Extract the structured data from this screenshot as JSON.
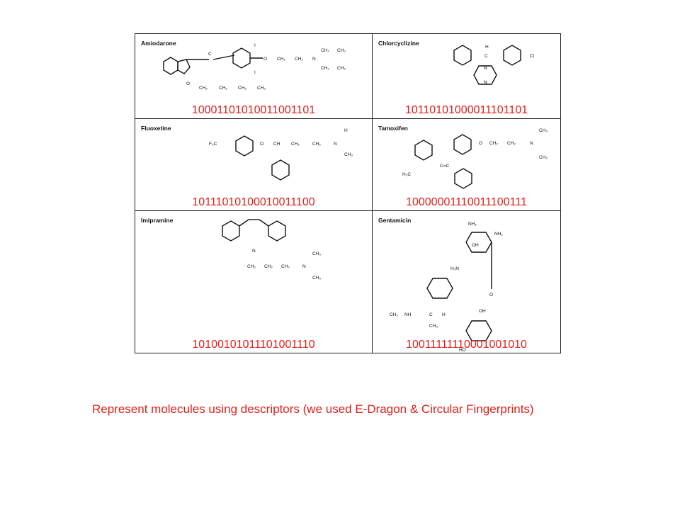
{
  "molecules": [
    {
      "name": "Amiodarone",
      "code": "10001101010011001101"
    },
    {
      "name": "Chlorcyclizine",
      "code": "10110101000011101101"
    },
    {
      "name": "Fluoxetine",
      "code": "10111010100010011100"
    },
    {
      "name": "Tamoxifen",
      "code": "10000001110011100111"
    },
    {
      "name": "Imipramine",
      "code": "10100101011101001110"
    },
    {
      "name": "Gentamicin",
      "code": "10011111110001001010"
    }
  ],
  "atoms": {
    "iodine": "I",
    "oxygen": "O",
    "nitrogen": "N",
    "chlorine": "Cl",
    "hydrogen": "H",
    "ch": "CH",
    "ch2": "CH₂",
    "ch3": "CH₃",
    "f3c": "F₃C",
    "h3c": "H₃C",
    "cc": "C=C",
    "nh2": "NH₂",
    "h2n": "H₂N",
    "oh": "OH",
    "ho": "HO",
    "nh": "NH",
    "c": "C"
  },
  "caption": "Represent molecules using descriptors (we used E-Dragon & Circular Fingerprints)"
}
